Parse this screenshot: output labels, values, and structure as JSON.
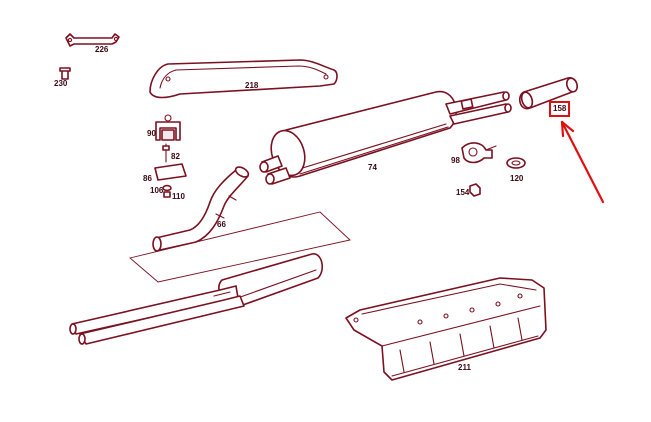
{
  "diagram": {
    "colors": {
      "ink": "#7a1020",
      "highlight": "#e01010",
      "background": "#ffffff"
    },
    "labels": {
      "p226": "226",
      "p230": "230",
      "p218": "218",
      "p90": "90",
      "p82": "82",
      "p86": "86",
      "p106": "106",
      "p110": "110",
      "p74": "74",
      "p66": "66",
      "p98": "98",
      "p120": "120",
      "p154": "154",
      "p158": "158",
      "p211": "211"
    },
    "highlighted_part": "158",
    "icons": [
      "red-callout-box",
      "red-pointer-arrow"
    ]
  }
}
